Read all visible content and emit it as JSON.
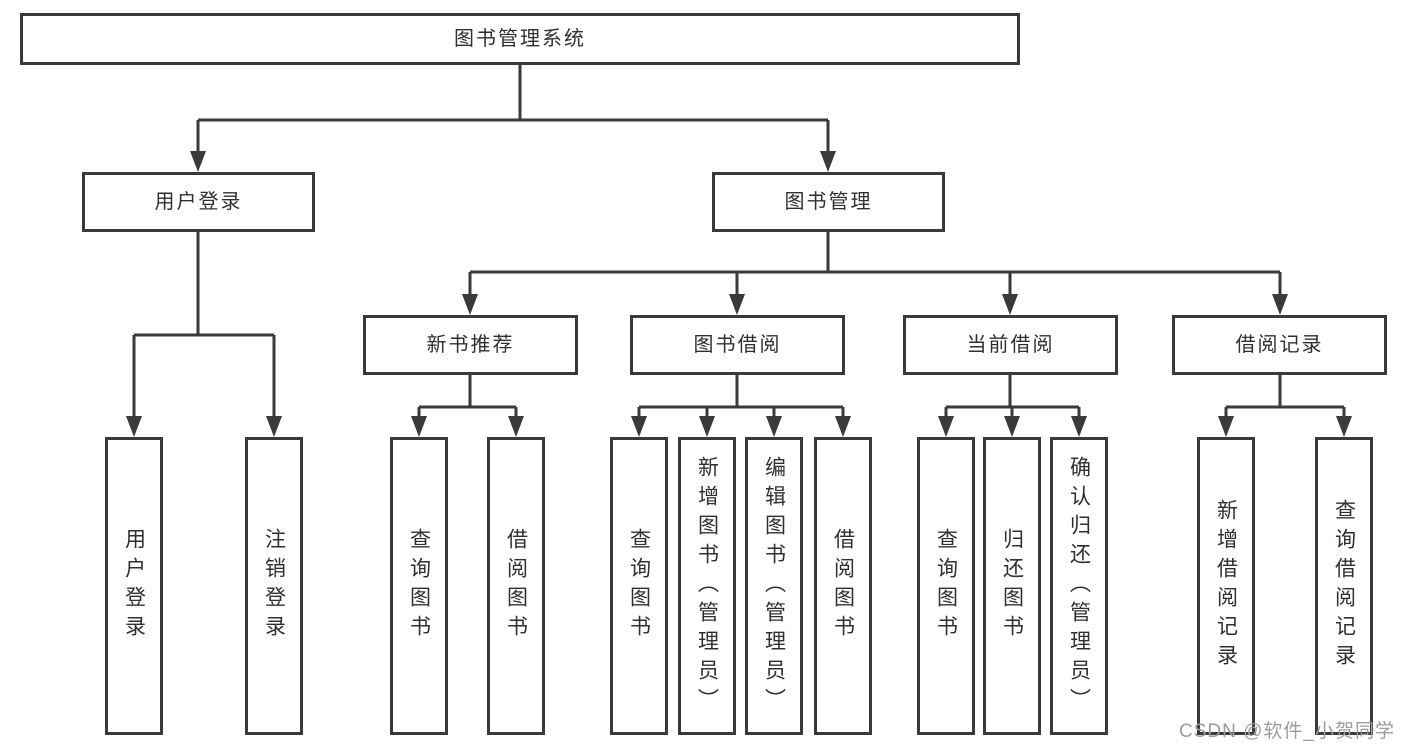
{
  "colors": {
    "line": "#3a3a3a",
    "box_border": "#3a3a3a",
    "text": "#303030",
    "background": "#ffffff",
    "watermark": "#9c9c9c"
  },
  "tree": {
    "root": {
      "label": "图书管理系统"
    },
    "branches": [
      {
        "label": "用户登录",
        "children": [
          {
            "label": "用户登录"
          },
          {
            "label": "注销登录"
          }
        ]
      },
      {
        "label": "图书管理",
        "children": [
          {
            "label": "新书推荐",
            "children": [
              {
                "label": "查询图书"
              },
              {
                "label": "借阅图书"
              }
            ]
          },
          {
            "label": "图书借阅",
            "children": [
              {
                "label": "查询图书"
              },
              {
                "label": "新增图书（管理员）"
              },
              {
                "label": "编辑图书（管理员）"
              },
              {
                "label": "借阅图书"
              }
            ]
          },
          {
            "label": "当前借阅",
            "children": [
              {
                "label": "查询图书"
              },
              {
                "label": "归还图书"
              },
              {
                "label": "确认归还（管理员）"
              }
            ]
          },
          {
            "label": "借阅记录",
            "children": [
              {
                "label": "新增借阅记录"
              },
              {
                "label": "查询借阅记录"
              }
            ]
          }
        ]
      }
    ]
  },
  "watermark": {
    "text": "CSDN @软件_小贺同学"
  }
}
